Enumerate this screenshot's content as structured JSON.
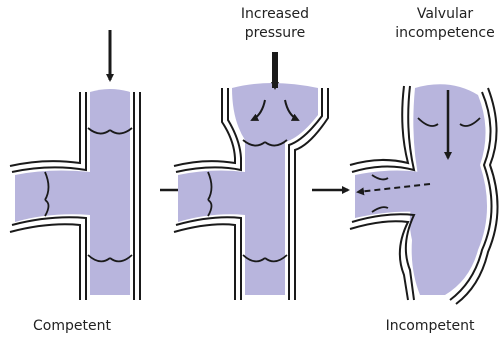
{
  "labels": {
    "competent": "Competent",
    "increased_pressure_line1": "Increased",
    "increased_pressure_line2": "pressure",
    "valvular_line1": "Valvular",
    "valvular_line2": "incompetence",
    "incompetent": "Incompetent"
  },
  "colors": {
    "vessel_fill": "#b8b5dd",
    "outline": "#1a1a1a",
    "background": "#ffffff"
  },
  "icons": [
    "down-arrow-icon",
    "right-arrow-icon",
    "curved-arrow-icon",
    "dashed-arrow-icon"
  ]
}
